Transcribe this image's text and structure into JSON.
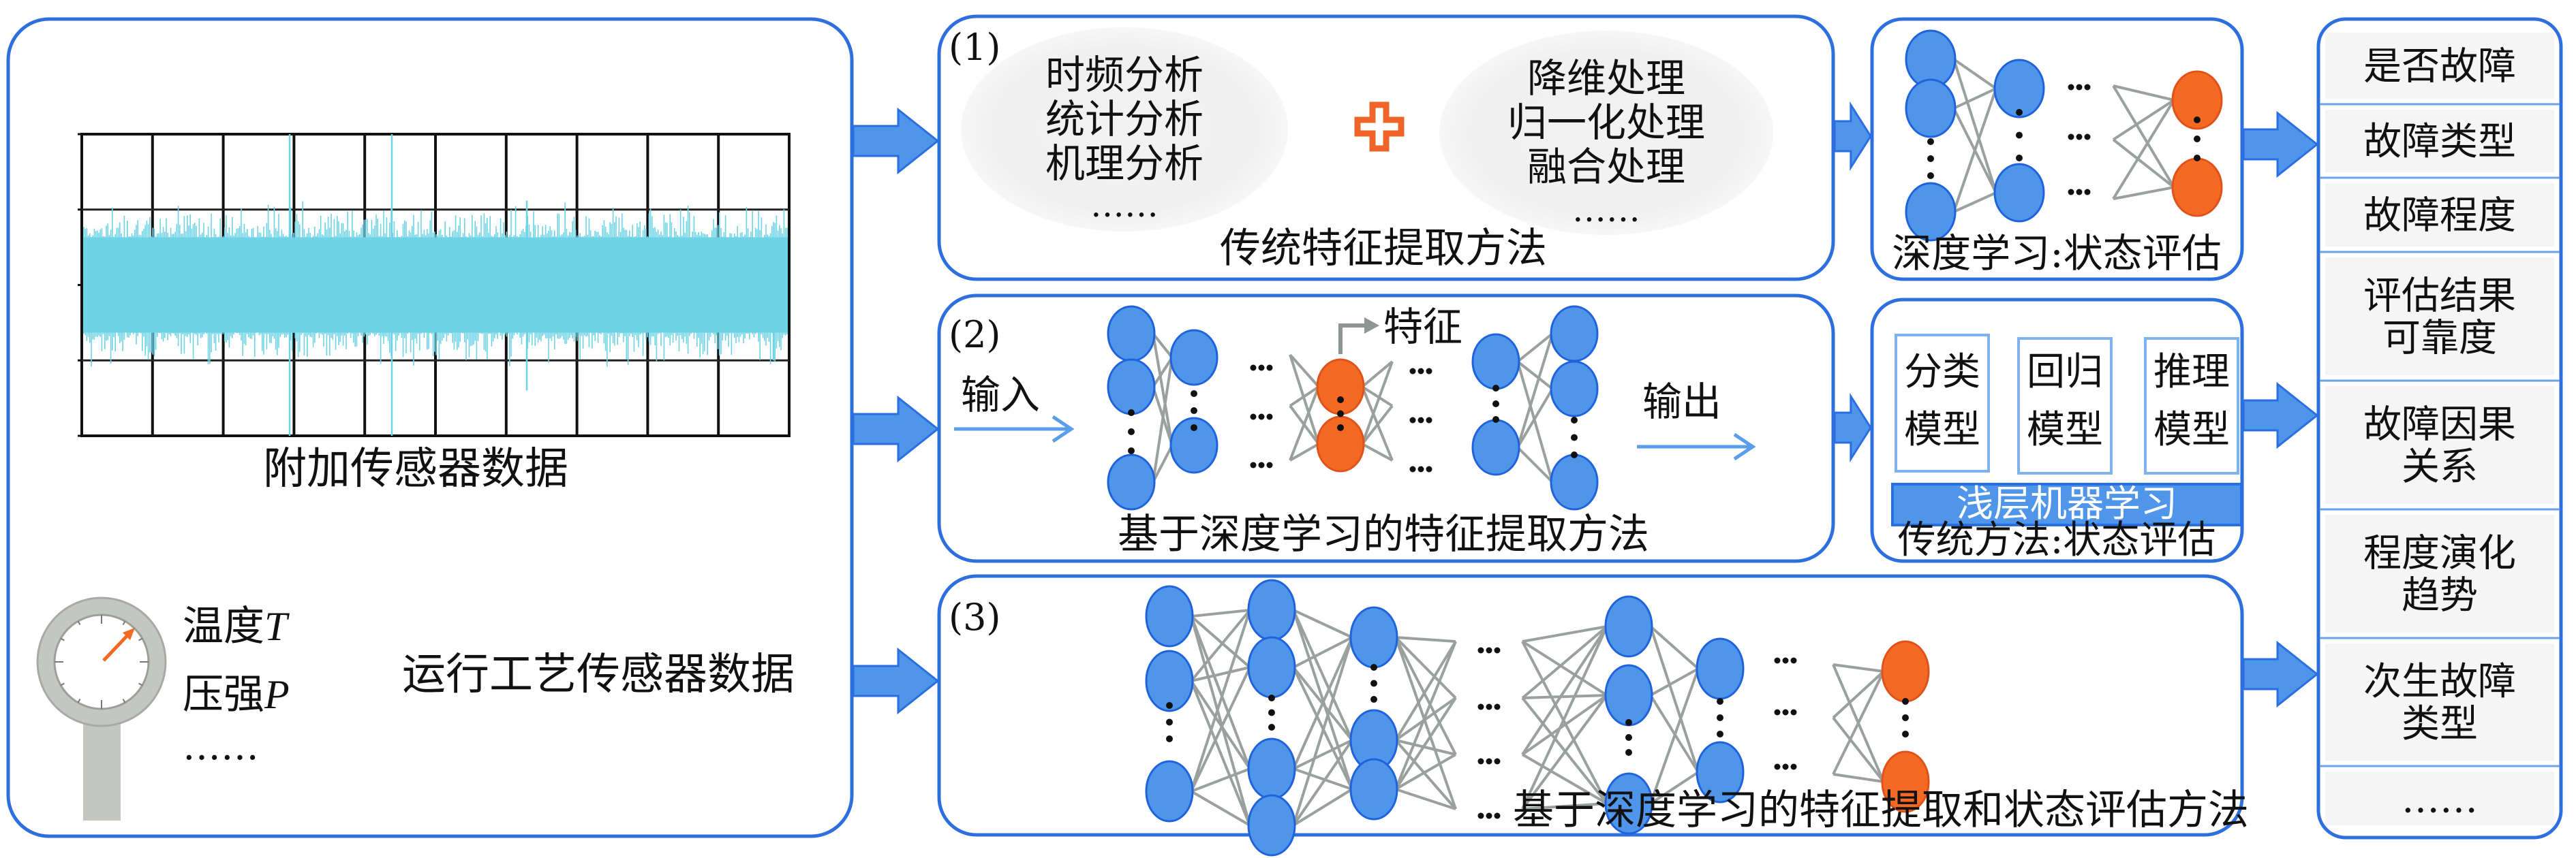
{
  "left_panel": {
    "sensor_signal_label": "附加传感器数据",
    "gauge_labels": [
      {
        "text": "温度",
        "var": "T"
      },
      {
        "text": "压强",
        "var": "P"
      }
    ],
    "gauge_more": "……",
    "process_sensor_label": "运行工艺传感器数据"
  },
  "method1": {
    "index": "(1)",
    "left_bubble": [
      "时频分析",
      "统计分析",
      "机理分析",
      "……"
    ],
    "right_bubble": [
      "降维处理",
      "归一化处理",
      "融合处理",
      "……"
    ],
    "plus_symbol": "+",
    "caption": "传统特征提取方法"
  },
  "method2": {
    "index": "(2)",
    "input_label": "输入",
    "feature_label": "特征",
    "output_label": "输出",
    "caption": "基于深度学习的特征提取方法"
  },
  "method3": {
    "index": "(3)",
    "caption": "基于深度学习的特征提取和状态评估方法"
  },
  "dl_eval": {
    "caption": "深度学习:状态评估"
  },
  "traditional_eval": {
    "models": [
      [
        "分类",
        "模型"
      ],
      [
        "回归",
        "模型"
      ],
      [
        "推理",
        "模型"
      ]
    ],
    "shallow_ml_label": "浅层机器学习",
    "caption": "传统方法:状态评估"
  },
  "outputs": {
    "items": [
      [
        "是否故障"
      ],
      [
        "故障类型"
      ],
      [
        "故障程度"
      ],
      [
        "评估结果",
        "可靠度"
      ],
      [
        "故障因果",
        "关系"
      ],
      [
        "程度演化",
        "趋势"
      ],
      [
        "次生故障",
        "类型"
      ],
      [
        "……"
      ]
    ]
  },
  "colors": {
    "panel_border": "#2e6fe0",
    "arrow_fill": "#4f95ea",
    "node_blue": "#4f95ea",
    "node_orange": "#f46a24",
    "signal": "#6fd3e6",
    "plus": "#f0642a",
    "shallow_ml_bar": "#4f95ea"
  }
}
